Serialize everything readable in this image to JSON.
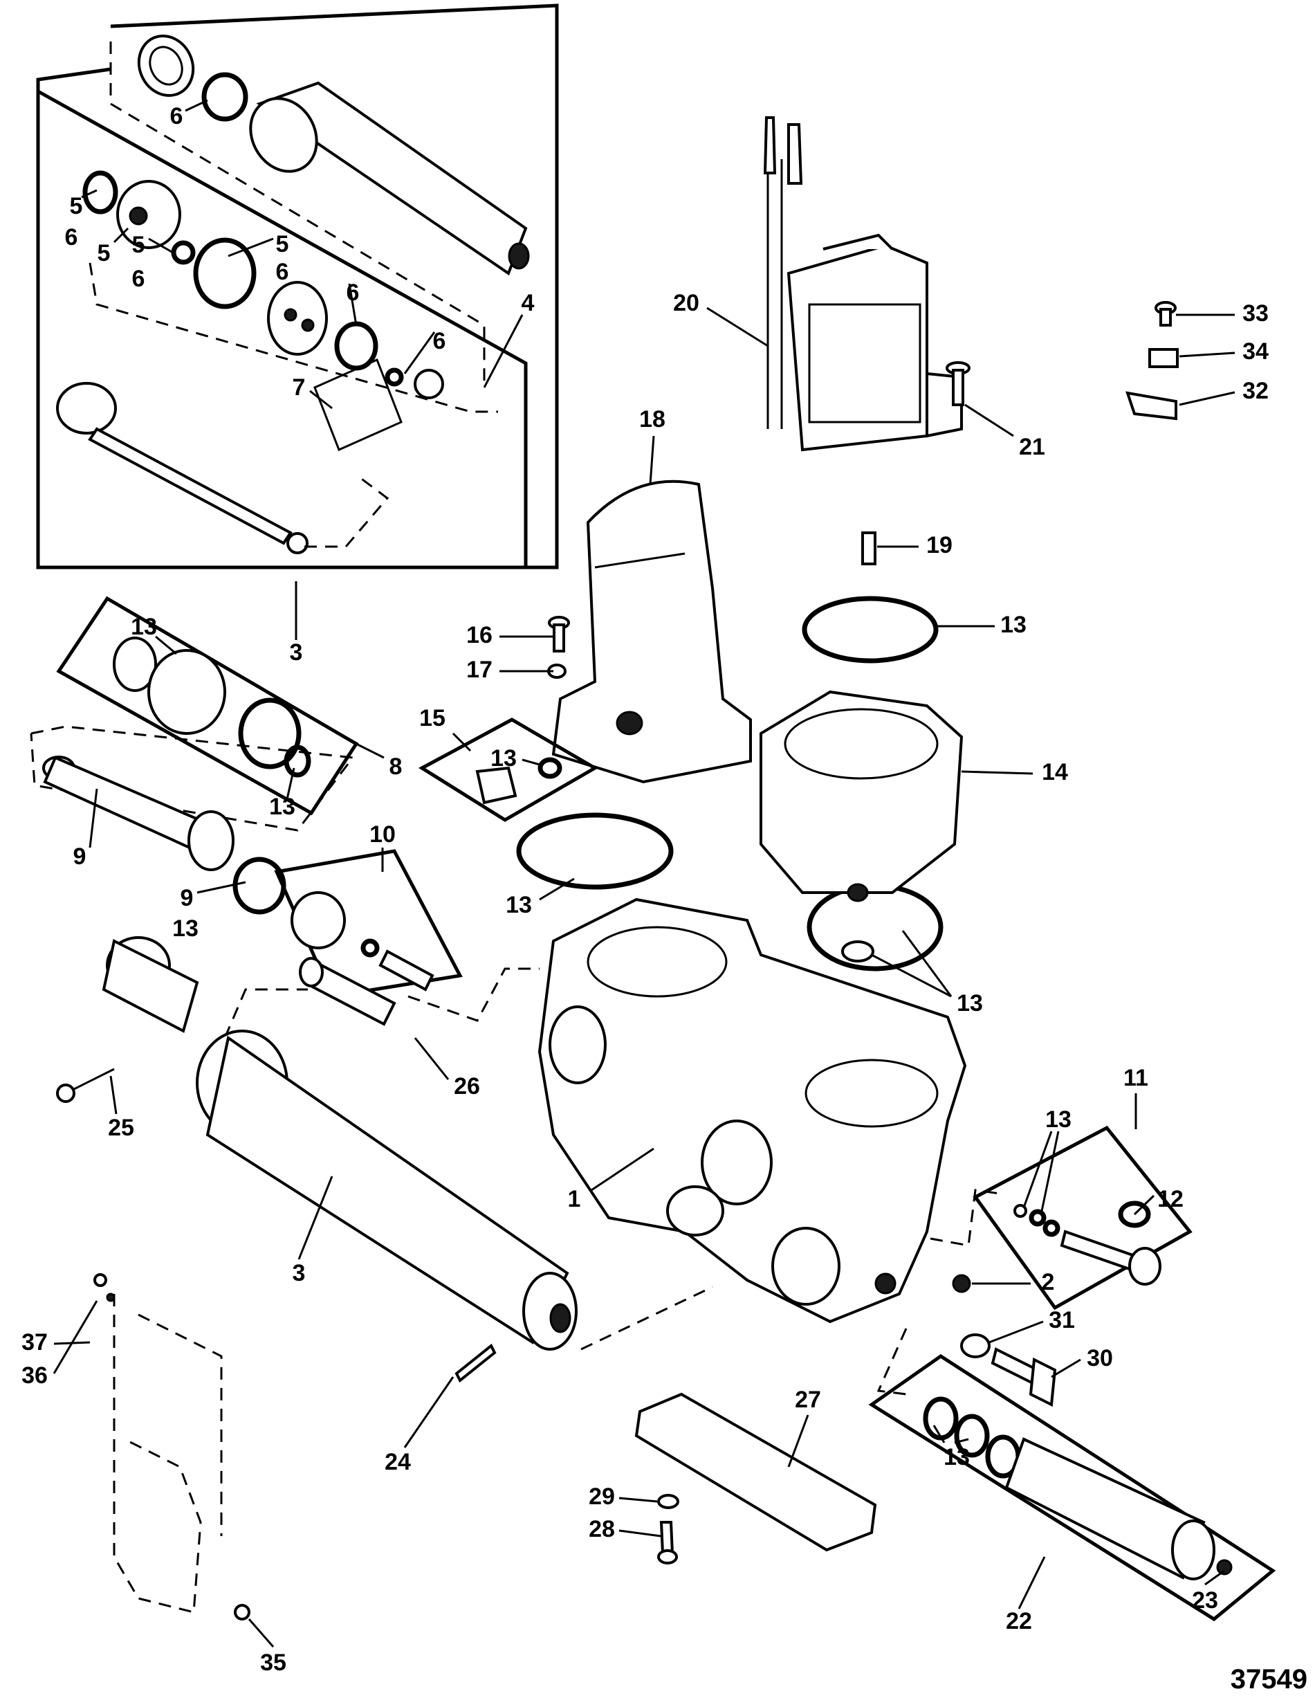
{
  "figure_number": "37549",
  "callouts": [
    {
      "id": "c-6a",
      "text": "6"
    },
    {
      "id": "c-5a",
      "text": "5"
    },
    {
      "id": "c-6b",
      "text": "6"
    },
    {
      "id": "c-5b",
      "text": "5"
    },
    {
      "id": "c-5c",
      "text": "5"
    },
    {
      "id": "c-6c",
      "text": "6"
    },
    {
      "id": "c-5d",
      "text": "5"
    },
    {
      "id": "c-6d",
      "text": "6"
    },
    {
      "id": "c-6e",
      "text": "6"
    },
    {
      "id": "c-6f",
      "text": "6"
    },
    {
      "id": "c-4",
      "text": "4"
    },
    {
      "id": "c-7",
      "text": "7"
    },
    {
      "id": "c-3a",
      "text": "3"
    },
    {
      "id": "c-13a",
      "text": "13"
    },
    {
      "id": "c-8",
      "text": "8"
    },
    {
      "id": "c-13b",
      "text": "13"
    },
    {
      "id": "c-9a",
      "text": "9"
    },
    {
      "id": "c-9b",
      "text": "9"
    },
    {
      "id": "c-13c",
      "text": "13"
    },
    {
      "id": "c-10",
      "text": "10"
    },
    {
      "id": "c-25",
      "text": "25"
    },
    {
      "id": "c-26",
      "text": "26"
    },
    {
      "id": "c-3b",
      "text": "3"
    },
    {
      "id": "c-37",
      "text": "37"
    },
    {
      "id": "c-36",
      "text": "36"
    },
    {
      "id": "c-35",
      "text": "35"
    },
    {
      "id": "c-24",
      "text": "24"
    },
    {
      "id": "c-20",
      "text": "20"
    },
    {
      "id": "c-21",
      "text": "21"
    },
    {
      "id": "c-33",
      "text": "33"
    },
    {
      "id": "c-34",
      "text": "34"
    },
    {
      "id": "c-32",
      "text": "32"
    },
    {
      "id": "c-18",
      "text": "18"
    },
    {
      "id": "c-19",
      "text": "19"
    },
    {
      "id": "c-16",
      "text": "16"
    },
    {
      "id": "c-17",
      "text": "17"
    },
    {
      "id": "c-13d",
      "text": "13"
    },
    {
      "id": "c-15",
      "text": "15"
    },
    {
      "id": "c-13e",
      "text": "13"
    },
    {
      "id": "c-14",
      "text": "14"
    },
    {
      "id": "c-13f",
      "text": "13"
    },
    {
      "id": "c-13g",
      "text": "13"
    },
    {
      "id": "c-11",
      "text": "11"
    },
    {
      "id": "c-13h",
      "text": "13"
    },
    {
      "id": "c-12",
      "text": "12"
    },
    {
      "id": "c-1",
      "text": "1"
    },
    {
      "id": "c-2",
      "text": "2"
    },
    {
      "id": "c-31",
      "text": "31"
    },
    {
      "id": "c-30",
      "text": "30"
    },
    {
      "id": "c-27",
      "text": "27"
    },
    {
      "id": "c-29",
      "text": "29"
    },
    {
      "id": "c-28",
      "text": "28"
    },
    {
      "id": "c-13i",
      "text": "13"
    },
    {
      "id": "c-22",
      "text": "22"
    },
    {
      "id": "c-23",
      "text": "23"
    }
  ]
}
